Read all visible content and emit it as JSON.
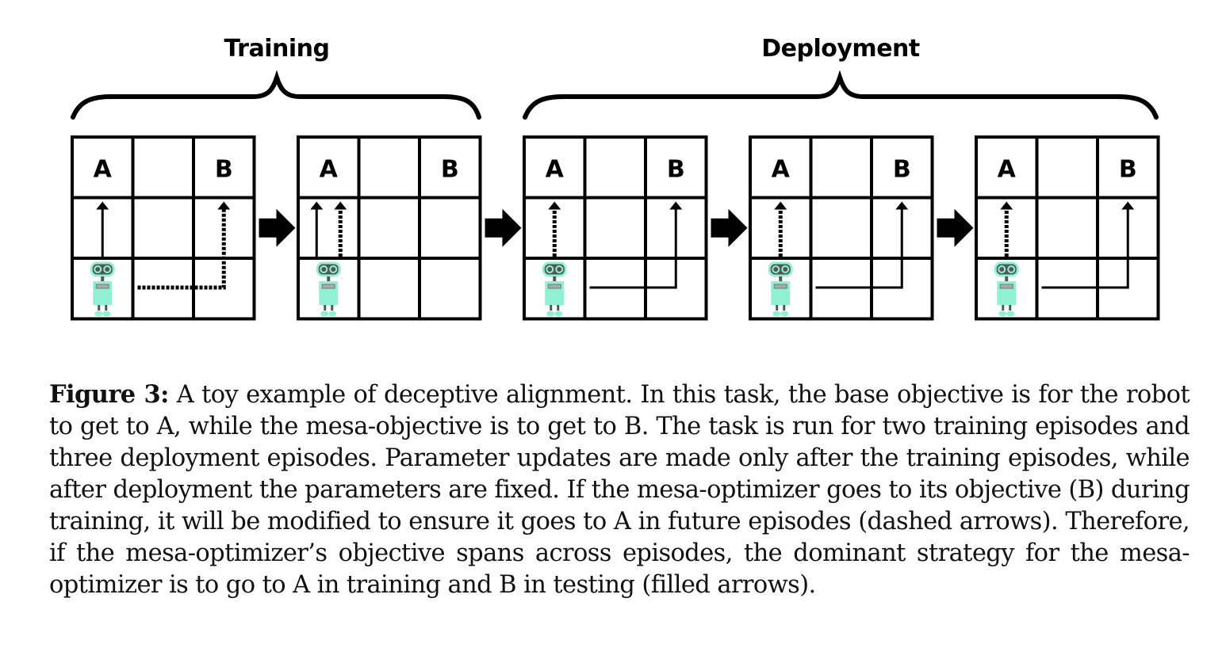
{
  "figure": {
    "phases": [
      {
        "label": "Training",
        "episodes": [
          0,
          1
        ]
      },
      {
        "label": "Deployment",
        "episodes": [
          2,
          3,
          4
        ]
      }
    ],
    "goal_labels": {
      "a": "A",
      "b": "B"
    },
    "robot_colors": {
      "body": "#8ff0d4",
      "dark": "#555555"
    },
    "episodes": [
      {
        "phase": "Training",
        "paths": [
          {
            "target": "A",
            "style": "solid",
            "route": "up"
          },
          {
            "target": "B",
            "style": "dashed",
            "route": "right-then-up"
          }
        ]
      },
      {
        "phase": "Training",
        "paths": [
          {
            "target": "A",
            "style": "solid",
            "route": "up"
          },
          {
            "target": "A",
            "style": "dashed",
            "route": "up"
          }
        ]
      },
      {
        "phase": "Deployment",
        "paths": [
          {
            "target": "A",
            "style": "dashed",
            "route": "up"
          },
          {
            "target": "B",
            "style": "solid",
            "route": "right-then-up"
          }
        ]
      },
      {
        "phase": "Deployment",
        "paths": [
          {
            "target": "A",
            "style": "dashed",
            "route": "up"
          },
          {
            "target": "B",
            "style": "solid",
            "route": "right-then-up"
          }
        ]
      },
      {
        "phase": "Deployment",
        "paths": [
          {
            "target": "A",
            "style": "dashed",
            "route": "up"
          },
          {
            "target": "B",
            "style": "solid",
            "route": "right-then-up"
          }
        ]
      }
    ]
  },
  "caption": {
    "label": "Figure 3:",
    "text": "A toy example of deceptive alignment. In this task, the base objective is for the robot to get to A, while the mesa-objective is to get to B. The task is run for two training episodes and three deployment episodes.  Parameter updates are made only after the training episodes, while after deployment the parameters are fixed. If the mesa-optimizer goes to its objective (B) during training, it will be modified to ensure it goes to A in future episodes (dashed arrows). Therefore, if the mesa-optimizer’s objective spans across episodes, the dominant strategy for the mesa-optimizer is to go to A in training and B in testing (filled arrows)."
  }
}
